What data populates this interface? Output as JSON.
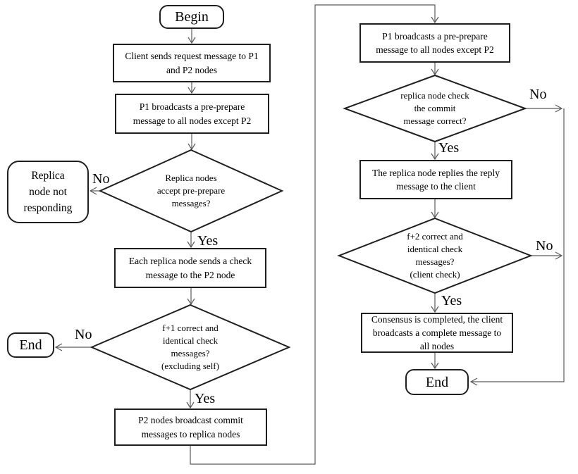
{
  "flowchart": {
    "nodes": {
      "begin": "Begin",
      "client_request": "Client sends request message to P1\nand P2 nodes",
      "p1_broadcast_left": "P1 broadcasts a pre-prepare\nmessage to all nodes except P2",
      "accept_preprepare": "Replica nodes\naccept pre-prepare\nmessages?",
      "replica_not_responding": "Replica\nnode not\nresponding",
      "send_check": "Each replica node sends a check\nmessage to the P2 node",
      "f1_check": "f+1 correct and\nidentical check\nmessages?\n(excluding self)",
      "end_left": "End",
      "p2_commit": "P2 nodes broadcast commit\nmessages to replica nodes",
      "p1_broadcast_right": "P1 broadcasts a pre-prepare\nmessage to all nodes except P2",
      "commit_correct": "replica node check\nthe commit\nmessage correct?",
      "reply_client": "The replica node replies the reply\nmessage to the client",
      "f2_check": "f+2 correct and\nidentical check\nmessages?\n(client check)",
      "consensus_complete": "Consensus is completed, the client\nbroadcasts a complete message to\nall nodes",
      "end_right": "End"
    },
    "edge_labels": {
      "accept_no": "No",
      "accept_yes": "Yes",
      "f1_no": "No",
      "f1_yes": "Yes",
      "commit_no": "No",
      "commit_yes": "Yes",
      "f2_no": "No",
      "f2_yes": "Yes"
    },
    "colors": {
      "background": "#ffffff",
      "shape_border": "#1f1f1f",
      "connector": "#5a5a5a",
      "text": "#000000"
    }
  }
}
